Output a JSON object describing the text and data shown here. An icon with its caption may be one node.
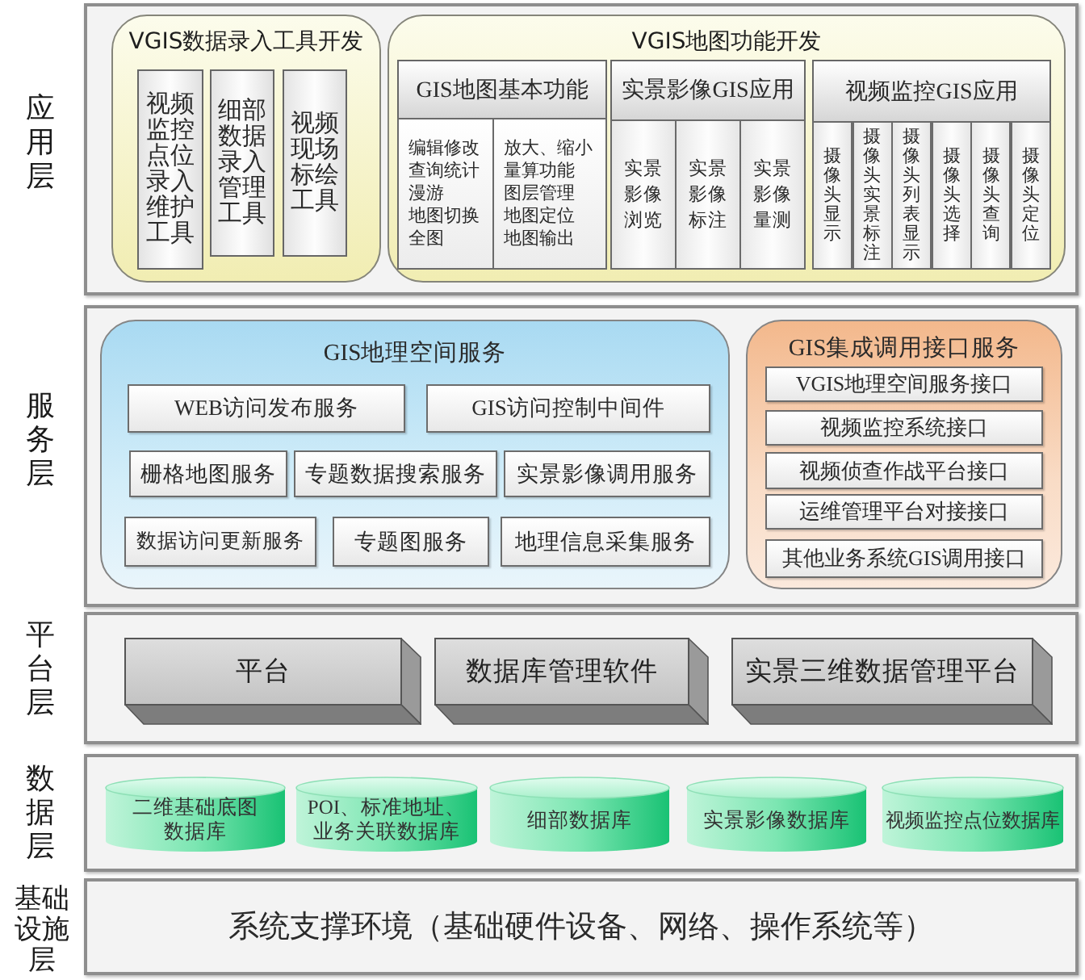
{
  "diagram": {
    "nodes": [
      {
        "text": [],
        "shape": "box",
        "beside": [
          "应用层"
        ]
      },
      {
        "text": [
          "VGIS数据录入工具开发"
        ],
        "in": 0
      },
      {
        "text": [
          "视频监控点位录入维护工具"
        ],
        "in": 1
      },
      {
        "text": [
          "细部数据录入管理工具"
        ],
        "in": 1
      },
      {
        "text": [
          "视频现场标绘工具"
        ],
        "in": 1
      },
      {
        "text": [
          "VGIS地图功能开发"
        ],
        "in": 0
      },
      {
        "text": [
          "GIS地图基本功能"
        ],
        "in": 5
      },
      {
        "text": [
          "编辑修改",
          "查询统计",
          "漫游",
          "地图切换",
          "全图"
        ],
        "in": 6
      },
      {
        "text": [
          "放大、缩小",
          "量算功能",
          "图层管理",
          "地图定位",
          "地图输出"
        ],
        "in": 6
      },
      {
        "text": [
          "实景影像GIS应用"
        ],
        "in": 5
      },
      {
        "text": [
          "实景影像浏览"
        ],
        "in": 9
      },
      {
        "text": [
          "实景影像标注"
        ],
        "in": 9
      },
      {
        "text": [
          "实景影像量测"
        ],
        "in": 9
      },
      {
        "text": [
          "视频监控GIS应用"
        ],
        "in": 5
      },
      {
        "text": [
          "摄像头显示"
        ],
        "in": 13
      },
      {
        "text": [
          "摄像头实景标注"
        ],
        "in": 13
      },
      {
        "text": [
          "摄像头列表显示"
        ],
        "in": 13
      },
      {
        "text": [
          "摄像头选择"
        ],
        "in": 13
      },
      {
        "text": [
          "摄像头查询"
        ],
        "in": 13
      },
      {
        "text": [
          "摄像头定位"
        ],
        "in": 13
      },
      {
        "text": [],
        "shape": "box",
        "beside": [
          "服务层"
        ]
      },
      {
        "text": [
          "GIS地理空间服务"
        ],
        "in": 20
      },
      {
        "text": [
          "WEB访问发布服务"
        ],
        "in": 21
      },
      {
        "text": [
          "GIS访问控制中间件"
        ],
        "in": 21
      },
      {
        "text": [
          "栅格地图服务"
        ],
        "in": 21
      },
      {
        "text": [
          "专题数据搜索服务"
        ],
        "in": 21
      },
      {
        "text": [
          "实景影像调用服务"
        ],
        "in": 21
      },
      {
        "text": [
          "数据访问更新服务"
        ],
        "in": 21
      },
      {
        "text": [
          "专题图服务"
        ],
        "in": 21
      },
      {
        "text": [
          "地理信息采集服务"
        ],
        "in": 21
      },
      {
        "text": [
          "GIS集成调用接口服务"
        ],
        "in": 20
      },
      {
        "text": [
          "VGIS地理空间服务接口"
        ],
        "in": 30
      },
      {
        "text": [
          "视频监控系统接口"
        ],
        "in": 30
      },
      {
        "text": [
          "视频侦查作战平台接口"
        ],
        "in": 30
      },
      {
        "text": [
          "运维管理平台对接接口"
        ],
        "in": 30
      },
      {
        "text": [
          "其他业务系统GIS调用接口"
        ],
        "in": 30
      },
      {
        "text": [],
        "shape": "box",
        "beside": [
          "平台层"
        ]
      },
      {
        "text": [
          "平台"
        ],
        "in": 36
      },
      {
        "text": [
          "数据库管理软件"
        ],
        "in": 36
      },
      {
        "text": [
          "实景三维数据管理平台"
        ],
        "in": 36
      },
      {
        "text": [],
        "shape": "box",
        "beside": [
          "数据层"
        ]
      },
      {
        "text": [
          "二维基础底图数据库"
        ],
        "in": 40
      },
      {
        "text": [
          "POI、标准地址、业务关联数据库"
        ],
        "in": 40
      },
      {
        "text": [
          "细部数据库"
        ],
        "in": 40
      },
      {
        "text": [
          "实景影像数据库"
        ],
        "in": 40
      },
      {
        "text": [
          "视频监控点位数据库"
        ],
        "in": 40
      },
      {
        "text": [
          "系统支撑环境（基础硬件设备、网络、操作系统等）"
        ],
        "beside": [
          "基础设施层"
        ]
      }
    ]
  }
}
